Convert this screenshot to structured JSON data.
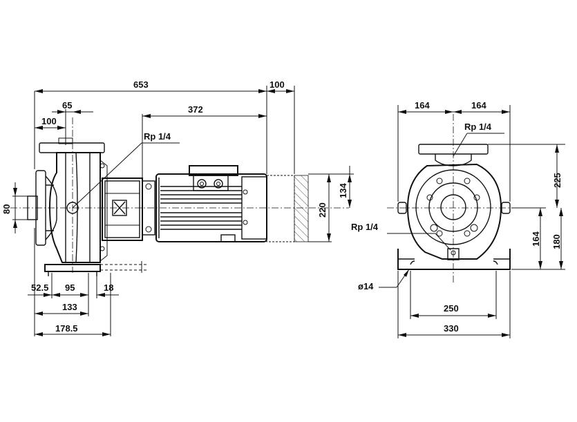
{
  "dimensions": {
    "total_length": "653",
    "motor_extension": "100",
    "flange_offset_65": "65",
    "flange_offset_100": "100",
    "motor_length": "372",
    "port_label_top_left": "Rp 1/4",
    "inlet_diameter": "80",
    "motor_height": "220",
    "motor_half_height": "134",
    "base_52_5": "52.5",
    "base_95": "95",
    "base_18": "18",
    "base_133": "133",
    "base_178_5": "178.5",
    "front_width_left": "164",
    "front_width_right": "164",
    "port_label_top_right": "Rp 1/4",
    "port_label_bottom_right": "Rp 1/4",
    "front_height_225": "225",
    "front_height_164": "164",
    "front_height_180": "180",
    "hole_diameter": "ø14",
    "foot_spacing": "250",
    "foot_width": "330"
  }
}
